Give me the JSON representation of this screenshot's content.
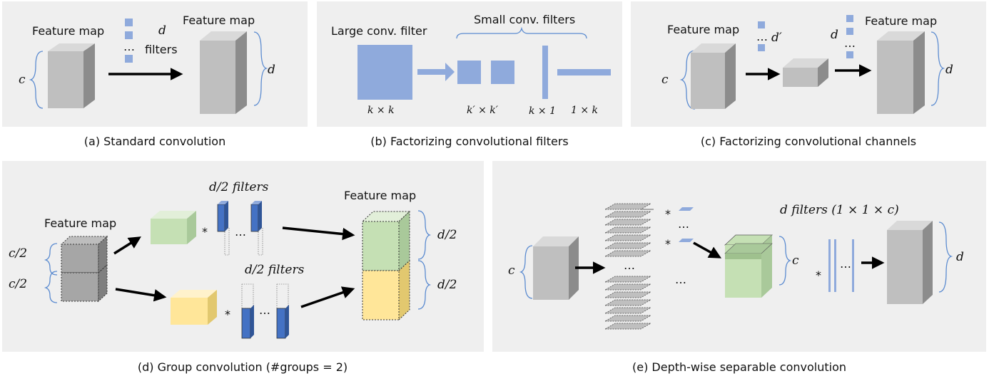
{
  "panels": {
    "a": {
      "caption": "(a) Standard convolution",
      "input_label": "Feature map",
      "output_label": "Feature map",
      "filters_count": "d",
      "filters_word": "filters",
      "dots": "…",
      "channel_in": "c",
      "channel_out": "d"
    },
    "b": {
      "caption": "(b) Factorizing convolutional filters",
      "large_label": "Large conv. filter",
      "small_label": "Small conv. filters",
      "k_k": "k × k",
      "kp_kp": "k′ × k′",
      "k_1": "k × 1",
      "one_k": "1 × k"
    },
    "c": {
      "caption": "(c) Factorizing convolutional channels",
      "input_label": "Feature map",
      "output_label": "Feature map",
      "channel_in": "c",
      "d_prime": "d′",
      "d": "d",
      "channel_out": "d",
      "dots": "…"
    },
    "d": {
      "caption": "(d) Group convolution (#groups = 2)",
      "input_label": "Feature map",
      "output_label": "Feature map",
      "filters_top": "d/2 filters",
      "filters_bottom": "d/2 filters",
      "c_half_top": "c/2",
      "c_half_bottom": "c/2",
      "d_half_top": "d/2",
      "d_half_bottom": "d/2",
      "star": "*",
      "dots": "…"
    },
    "e": {
      "caption": "(e) Depth-wise separable convolution",
      "filters_label": "d filters (1 × 1 × c)",
      "channel_in": "c",
      "channel_mid": "c",
      "channel_out": "d",
      "star": "*",
      "dots": "…"
    }
  },
  "colors": {
    "panel_bg": "#efefef",
    "blue": "#8faadc",
    "blue_dark": "#4472c4",
    "green": "#c5e0b4",
    "yellow": "#ffe699",
    "gray": "#bfbfbf",
    "brace": "#5b8bd0"
  }
}
